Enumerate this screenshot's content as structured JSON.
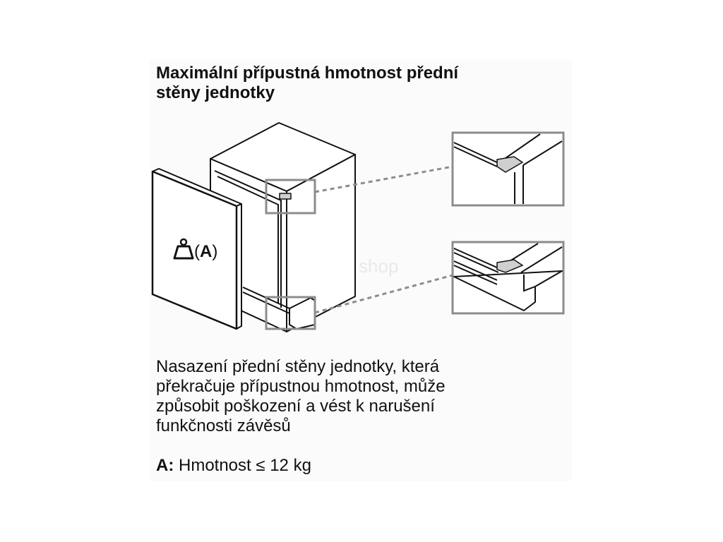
{
  "title_lines": [
    "Maximální přípustná hmotnost přední",
    "stěny jednotky"
  ],
  "weight_label": {
    "open": "(",
    "letter": "A",
    "close": ")"
  },
  "watermark": "shop",
  "description_lines": [
    "Nasazení přední stěny jednotky, která",
    "překračuje přípustnou hmotnost, může",
    "způsobit poškození a vést k narušení",
    "funkčnosti závěsů"
  ],
  "legend": {
    "key": "A:",
    "text": " Hmotnost ≤ 12 kg"
  },
  "colors": {
    "outline": "#111111",
    "callout": "#8c8c8c",
    "hinge": "#cfcfcf",
    "background": "#fbfbfb"
  },
  "icons": [
    "weight-icon"
  ]
}
